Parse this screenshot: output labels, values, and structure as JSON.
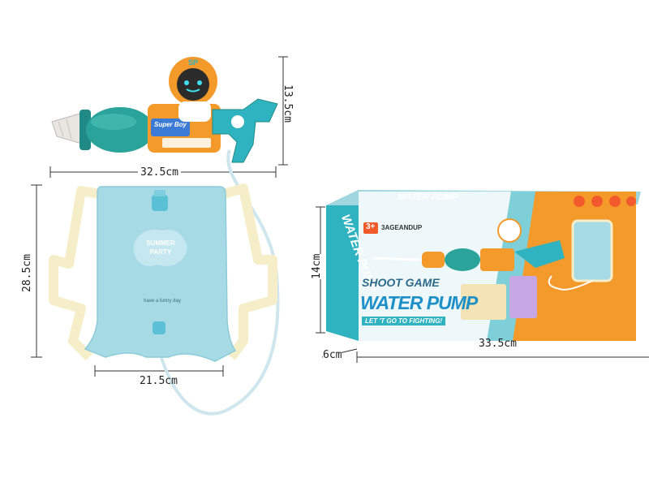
{
  "dimensions": {
    "gun_height": "13.5cm",
    "gun_width": "32.5cm",
    "bag_height": "28.5cm",
    "bag_width": "21.5cm",
    "box_height": "14cm",
    "box_depth": "6cm",
    "box_width": "33.5cm"
  },
  "gun": {
    "logo": "SP",
    "brand": "Super Boy"
  },
  "bag": {
    "logo_line1": "SUMMER",
    "logo_line2": "PARTY",
    "tagline": "have a funny day"
  },
  "box": {
    "side_title": "WATER PUMP",
    "top_title": "WATER PUMP",
    "age_badge": "3+",
    "age_text": "3AGEANDUP",
    "subtitle": "SHOOT GAME",
    "title": "WATER PUMP",
    "slogan": "LET 'T GO TO FIGHTING!"
  },
  "colors": {
    "teal": "#2fb3c0",
    "light_blue": "#a6dbe6",
    "orange": "#f39a2b",
    "dark_green": "#1f8a86",
    "strap": "#f5eec9"
  }
}
